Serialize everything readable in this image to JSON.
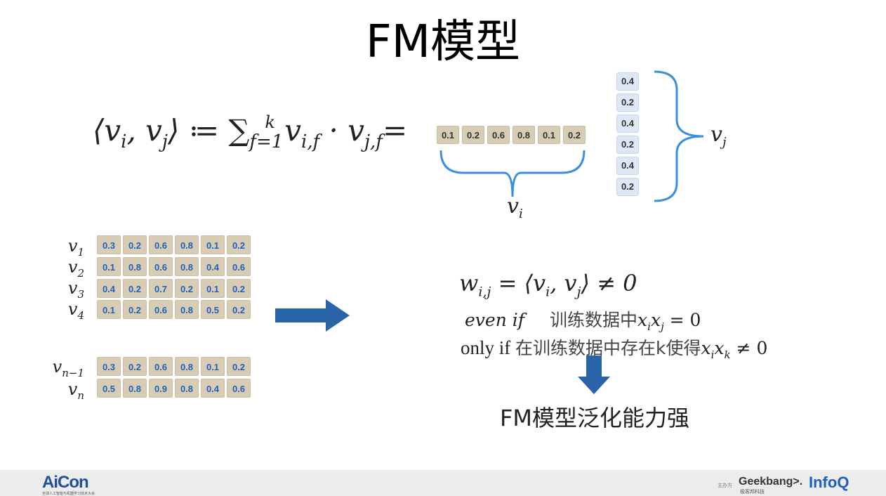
{
  "title": "FM模型",
  "formula": {
    "lhs": "⟨v",
    "sub_i": "i",
    "comma": ", v",
    "sub_j": "j",
    "assign": "⟩ ≔ ∑",
    "sum_sub": "f=1",
    "sum_sup": "k",
    "term1": " v",
    "term1_sub": "i,f",
    "dot": " · v",
    "term2_sub": "j,f",
    "equals": "="
  },
  "vi_vector": [
    "0.1",
    "0.2",
    "0.6",
    "0.8",
    "0.1",
    "0.2"
  ],
  "vi_label": "v",
  "vi_label_sub": "i",
  "vj_vector": [
    "0.4",
    "0.2",
    "0.4",
    "0.2",
    "0.4",
    "0.2"
  ],
  "vj_label": "v",
  "vj_label_sub": "j",
  "matrix": {
    "rows": [
      {
        "label": "v",
        "sub": "1",
        "values": [
          "0.3",
          "0.2",
          "0.6",
          "0.8",
          "0.1",
          "0.2"
        ]
      },
      {
        "label": "v",
        "sub": "2",
        "values": [
          "0.1",
          "0.8",
          "0.6",
          "0.8",
          "0.4",
          "0.6"
        ]
      },
      {
        "label": "v",
        "sub": "3",
        "values": [
          "0.4",
          "0.2",
          "0.7",
          "0.2",
          "0.1",
          "0.2"
        ]
      },
      {
        "label": "v",
        "sub": "4",
        "values": [
          "0.1",
          "0.2",
          "0.6",
          "0.8",
          "0.5",
          "0.2"
        ]
      },
      {
        "label": "v",
        "sub": "n−1",
        "values": [
          "0.3",
          "0.2",
          "0.6",
          "0.8",
          "0.1",
          "0.2"
        ]
      },
      {
        "label": "v",
        "sub": "n",
        "values": [
          "0.5",
          "0.8",
          "0.9",
          "0.8",
          "0.4",
          "0.6"
        ]
      }
    ]
  },
  "statements": {
    "line1_w": "w",
    "line1_w_sub": "i,j",
    "line1_rest": "= ⟨v",
    "line1_vi_sub": "i",
    "line1_comma": ", v",
    "line1_vj_sub": "j",
    "line1_end": "⟩ ≠ 0",
    "line2_even": "even if",
    "line2_cn": "训练数据中",
    "line2_x": "x",
    "line2_xi": "i",
    "line2_x2": "x",
    "line2_xj": "j",
    "line2_end": " = 0",
    "line3_only": "only if ",
    "line3_cn": "在训练数据中存在k使得",
    "line3_x": "x",
    "line3_xi": "i",
    "line3_x2": "x",
    "line3_xk": "k",
    "line3_end": " ≠ 0"
  },
  "conclusion": "FM模型泛化能力强",
  "colors": {
    "brace": "#3b8fdc",
    "arrow": "#2a64a8",
    "cell_bg": "#d8ccb4",
    "cell_text_blue": "#1f5fbf",
    "vcell_bg": "#dde8f6"
  },
  "footer": {
    "logo": "AiCon",
    "logo_sub": "全球人工智能与机器学习技术大会",
    "host_label": "主办方",
    "geekbang": "Geekbang>.",
    "geekbang_sub": "极客邦科技",
    "infoq": "InfoQ"
  }
}
